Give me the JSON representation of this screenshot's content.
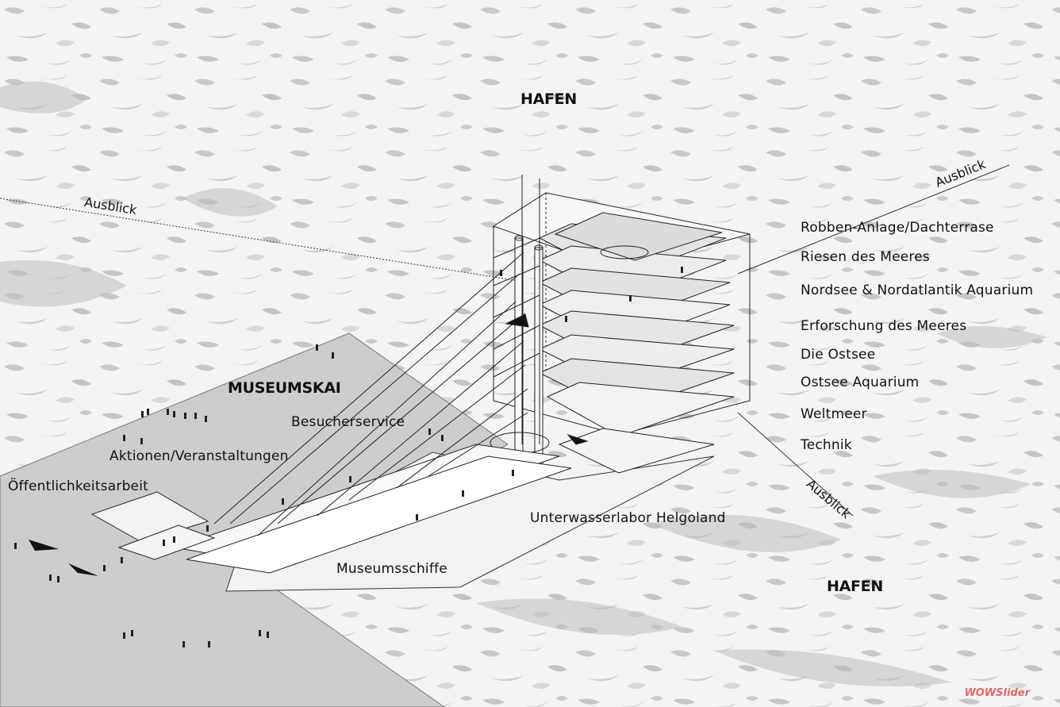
{
  "labels": {
    "hafen_top": "HAFEN",
    "hafen_bottom": "HAFEN",
    "ausblick_left": "Ausblick",
    "ausblick_right_top": "Ausblick",
    "ausblick_right_bottom": "Ausblick",
    "museumskai": "MUSEUMSKAI",
    "besucherservice": "Besucherservice",
    "aktionen": "Aktionen/Veranstaltungen",
    "oeffentlichkeit": "Öffentlichkeitsarbeit",
    "unterwasserlabor": "Unterwasserlabor Helgoland",
    "museumsschiffe": "Museumsschiffe"
  },
  "floors": [
    "Robben-Anlage/Dachterrase",
    "Riesen des Meeres",
    "Nordsee & Nordatlantik Aquarium",
    "Erforschung des Meeres",
    "Die Ostsee",
    "Ostsee Aquarium",
    "Weltmeer",
    "Technik"
  ],
  "watermark": "WOWSlider",
  "colors": {
    "background": "#f4f4f4",
    "water_texture": "#c8c8c8",
    "quay": "#cfcfcf",
    "lines": "#222222"
  }
}
